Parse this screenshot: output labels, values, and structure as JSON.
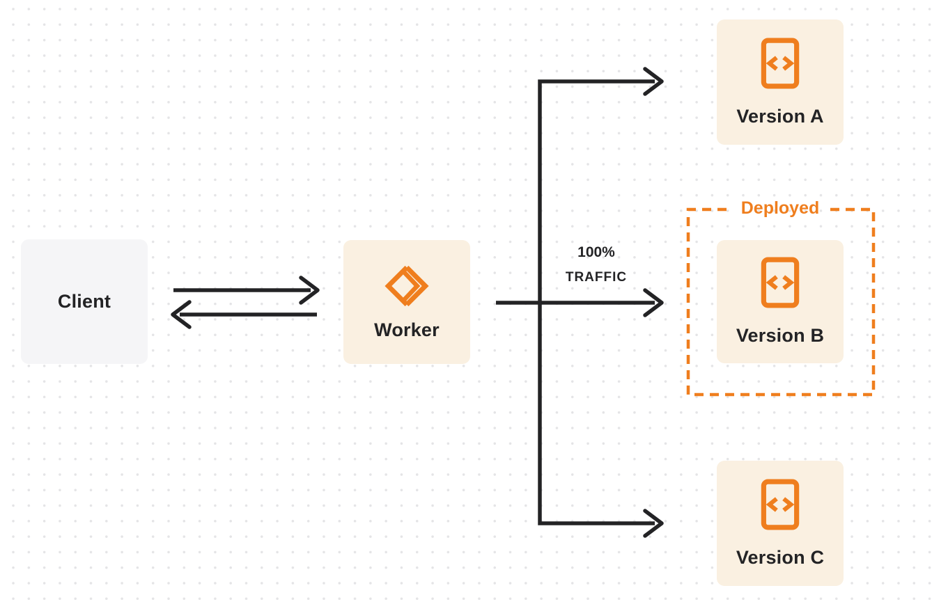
{
  "colors": {
    "accent_orange": "#ef7e1e",
    "box_cream": "#faf0e1",
    "box_gray": "#f5f5f7",
    "ink": "#232325",
    "dot": "#e4e4e6",
    "page_bg": "#ffffff"
  },
  "nodes": {
    "client": {
      "label": "Client"
    },
    "worker": {
      "label": "Worker",
      "icon": "workers-logo-icon"
    },
    "version_a": {
      "label": "Version A",
      "icon": "code-file-icon"
    },
    "version_b": {
      "label": "Version B",
      "icon": "code-file-icon"
    },
    "version_c": {
      "label": "Version C",
      "icon": "code-file-icon"
    }
  },
  "deployed_group": {
    "label": "Deployed"
  },
  "traffic_label": {
    "line1": "100%",
    "line2": "TRAFFIC"
  }
}
